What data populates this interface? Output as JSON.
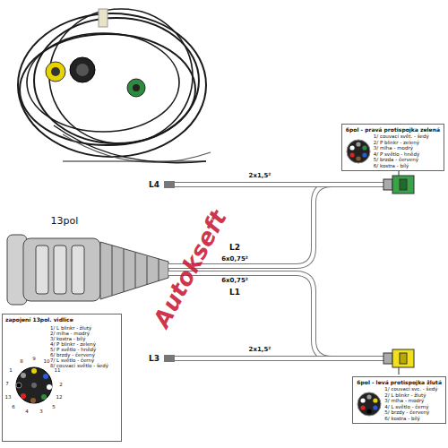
{
  "diagram": {
    "nodes": [
      {
        "text": [
          "6pol - pravá protispojka zelená",
          "1/ couvací svět. - šedý",
          "2/ P blinkr - zelený",
          "3/ mlha - modrý",
          "4/ P světlo - hnědý",
          "5/ brzda - červený",
          "6/ kostra - bílý"
        ]
      },
      {
        "text": [
          "zapojení 13pol. vidlice",
          "1/ L blinkr - žlutý",
          "2/ mlha - modrý",
          "3/ kostra - bílý",
          "4/ P blinkr - zelený",
          "5/ P světlo - hnědý",
          "6/ brzdy - červený",
          "7/ L světlo - černý",
          "8/ couvací světlo - šedý"
        ]
      },
      {
        "text": [
          "6pol - levá protispojka žlutá",
          "1/ couvací svc. - šedý",
          "2/ L blinkr - žlutý",
          "3/ mlha - modrý",
          "4/ L světlo - černý",
          "5/ brzdy - červený",
          "6/ kostra - bílý"
        ]
      }
    ],
    "labels": [
      "L4",
      "2x1,5²",
      "13pol",
      "L2",
      "6x0,75²",
      "6x0,75²",
      "L1",
      "L3",
      "2x1,5²",
      "Autokseft",
      "8",
      "9",
      "10",
      "1",
      "11",
      "7",
      "2",
      "13",
      "12",
      "6",
      "5",
      "4",
      "3"
    ]
  }
}
